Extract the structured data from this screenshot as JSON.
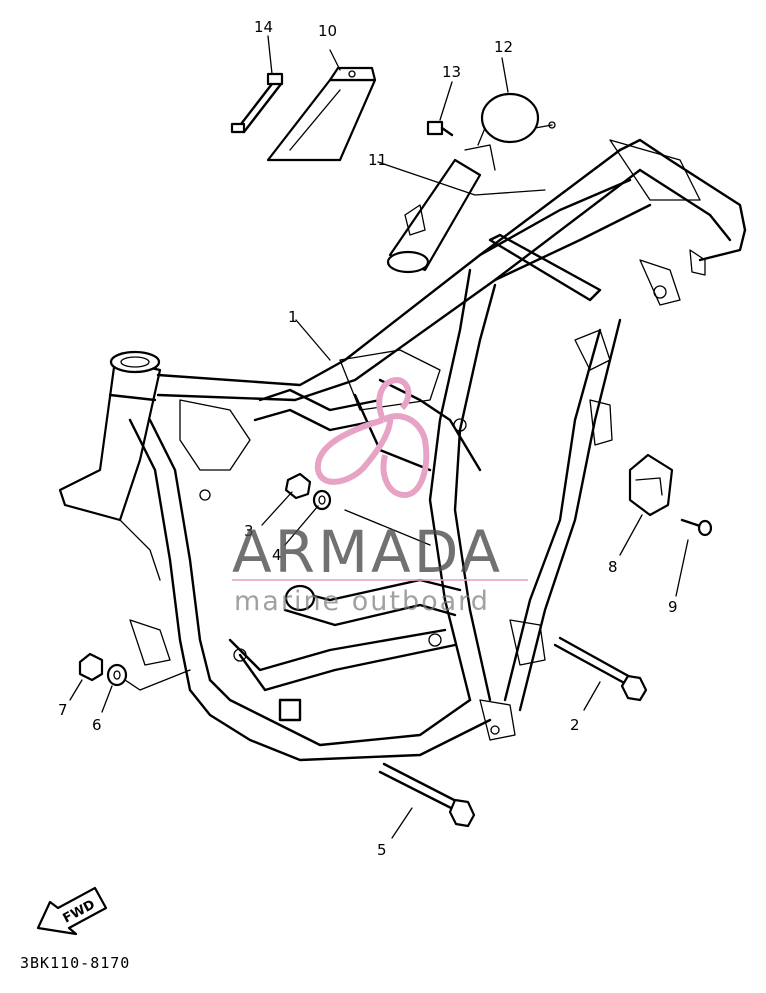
{
  "diagram": {
    "drawing_code": "3BK110-8170",
    "forward_label": "FWD",
    "callouts": [
      {
        "id": "callout-1",
        "label": "1"
      },
      {
        "id": "callout-2",
        "label": "2"
      },
      {
        "id": "callout-3",
        "label": "3"
      },
      {
        "id": "callout-4",
        "label": "4"
      },
      {
        "id": "callout-5",
        "label": "5"
      },
      {
        "id": "callout-6",
        "label": "6"
      },
      {
        "id": "callout-7",
        "label": "7"
      },
      {
        "id": "callout-8",
        "label": "8"
      },
      {
        "id": "callout-9",
        "label": "9"
      },
      {
        "id": "callout-10",
        "label": "10"
      },
      {
        "id": "callout-11",
        "label": "11"
      },
      {
        "id": "callout-12",
        "label": "12"
      },
      {
        "id": "callout-13",
        "label": "13"
      },
      {
        "id": "callout-14",
        "label": "14"
      }
    ]
  },
  "watermark": {
    "brand": "ARMADA",
    "tagline": "marine outboard",
    "logo_color": "#e7a3c6",
    "text_color": "#4a4a4a"
  }
}
